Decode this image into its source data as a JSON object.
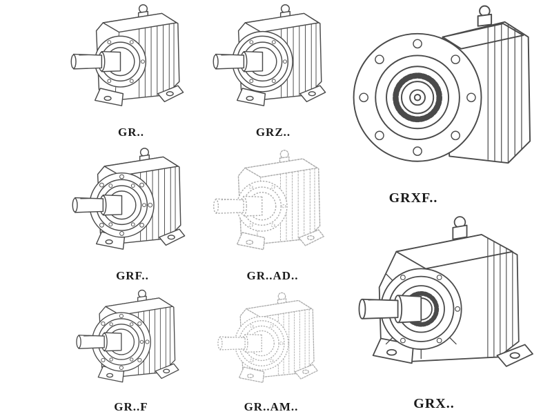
{
  "page": {
    "background": "#ffffff",
    "line_color": "#4a4a4a",
    "label_color": "#1a1a1a",
    "phantom_opacity": 0.45
  },
  "catalog": {
    "items": [
      {
        "id": "gr",
        "label": "GR..",
        "drawing": "gearbox-foot-mounted-drawing",
        "style": "solid"
      },
      {
        "id": "grz",
        "label": "GRZ..",
        "drawing": "gearbox-round-face-drawing",
        "style": "solid"
      },
      {
        "id": "grxf",
        "label": "GRXF..",
        "drawing": "gearbox-front-flange-drawing",
        "style": "solid"
      },
      {
        "id": "grf",
        "label": "GRF..",
        "drawing": "gearbox-flange-foot-drawing",
        "style": "solid"
      },
      {
        "id": "grad",
        "label": "GR..AD..",
        "drawing": "gearbox-input-adapter-drawing",
        "style": "phantom"
      },
      {
        "id": "grft",
        "label": "GR..F",
        "drawing": "gearbox-foot-flange-drawing",
        "style": "solid"
      },
      {
        "id": "gram",
        "label": "GR..AM..",
        "drawing": "gearbox-motor-adapter-drawing",
        "style": "phantom"
      },
      {
        "id": "grx",
        "label": "GRX..",
        "drawing": "gearbox-large-foot-mounted-drawing",
        "style": "solid"
      }
    ]
  }
}
